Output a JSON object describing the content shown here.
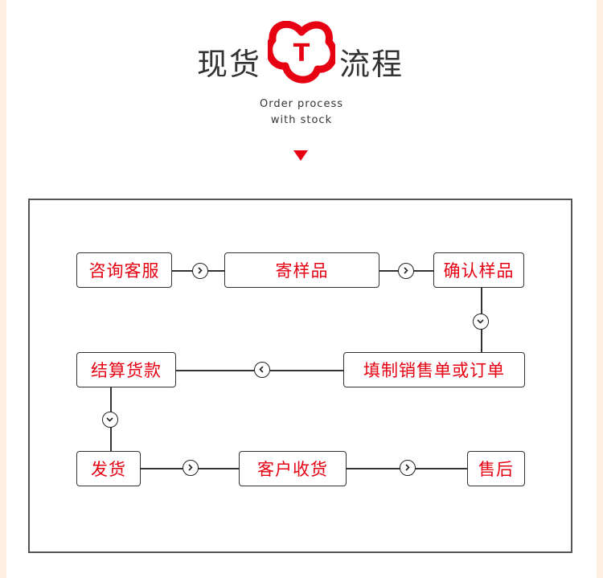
{
  "header": {
    "title_left": "现货",
    "title_right": "流程",
    "logo_letter": "T",
    "subtitle_line1": "Order process",
    "subtitle_line2": "with stock",
    "accent_color": "#e60012"
  },
  "flow": {
    "steps": [
      "咨询客服",
      "寄样品",
      "确认样品",
      "填制销售单或订单",
      "结算货款",
      "发货",
      "客户收货",
      "售后"
    ]
  },
  "icons": {
    "connector_right": "chevron-right-circle-icon",
    "connector_left": "chevron-left-circle-icon",
    "connector_down": "chevron-down-circle-icon"
  }
}
